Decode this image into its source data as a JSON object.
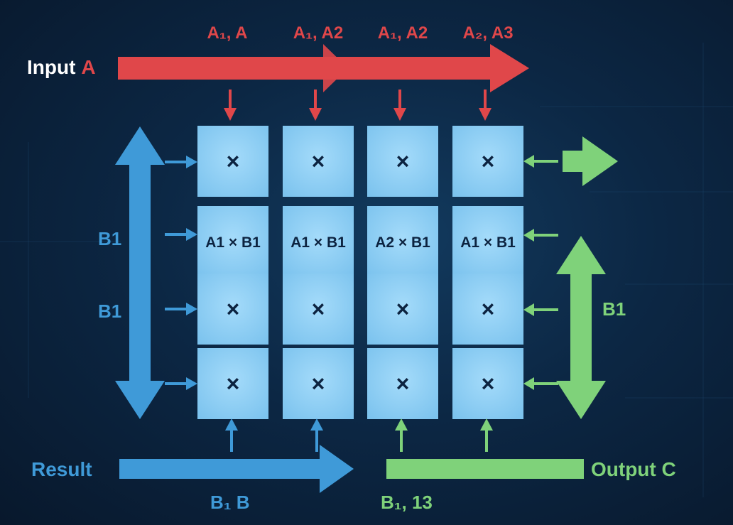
{
  "input": {
    "label": "Input",
    "letter": "A"
  },
  "input_labels": [
    "A₁, A",
    "A₁, A2",
    "A₁, A2",
    "A₂, A3"
  ],
  "grid": {
    "rows": [
      [
        "×",
        "×",
        "×",
        "×"
      ],
      [
        "A1 × B1",
        "A1 × B1",
        "A2 × B1",
        "A1 × B1"
      ],
      [
        "×",
        "×",
        "×",
        "×"
      ],
      [
        "×",
        "×",
        "×",
        "×"
      ]
    ]
  },
  "left_labels": [
    "B1",
    "B1"
  ],
  "right_label": "B1",
  "result": {
    "label": "Result",
    "sub": "B₁ B"
  },
  "output": {
    "label": "Output C",
    "sub": "B₁, 13"
  },
  "colors": {
    "input": "#e0474a",
    "result": "#3f9ad8",
    "output": "#7fd27a",
    "cell": "#8fd0f6"
  }
}
